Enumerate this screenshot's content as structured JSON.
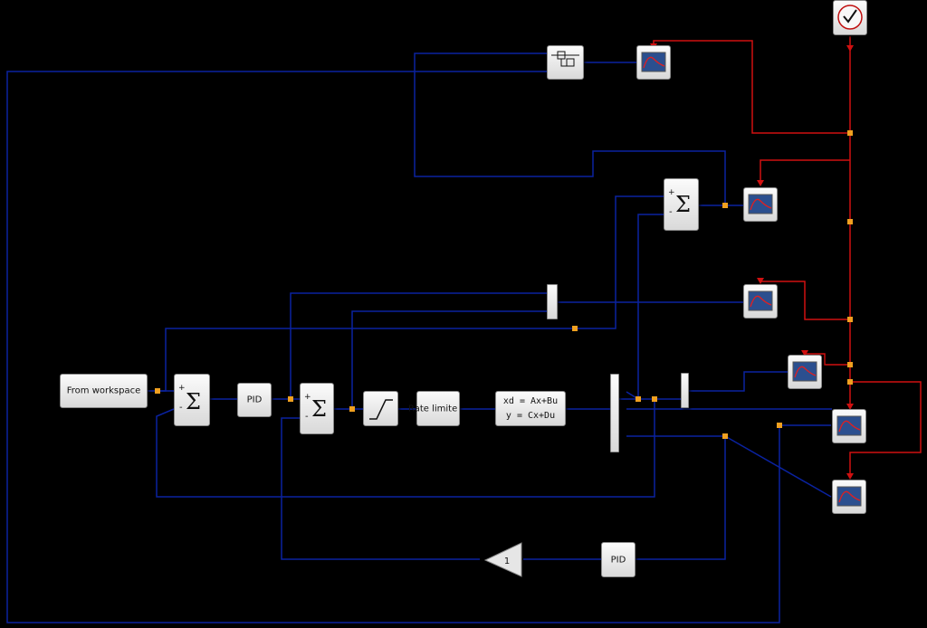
{
  "diagram": {
    "from_workspace_label": "From workspace",
    "pid_label": "PID",
    "pid_feedback_label": "PID",
    "rate_limiter_label": "Rate limiter",
    "state_space_eq1": "xd = Ax+Bu",
    "state_space_eq2": "y = Cx+Du",
    "gain_value": "1",
    "sum_plus": "+",
    "sum_minus": "-",
    "sum_symbol": "Σ"
  },
  "colors": {
    "background": "#000000",
    "signal_link": "#0a22a0",
    "event_link": "#d01010",
    "split_point": "#f0a020",
    "block_fill": "#e8e8e8",
    "scope_screen": "#2b4f8f"
  },
  "icons": {
    "clock": "clock-icon",
    "scope": "scope-icon",
    "saturation": "saturation-icon",
    "mux": "mux-icon",
    "demux": "demux-icon",
    "delay": "delay-icon"
  }
}
